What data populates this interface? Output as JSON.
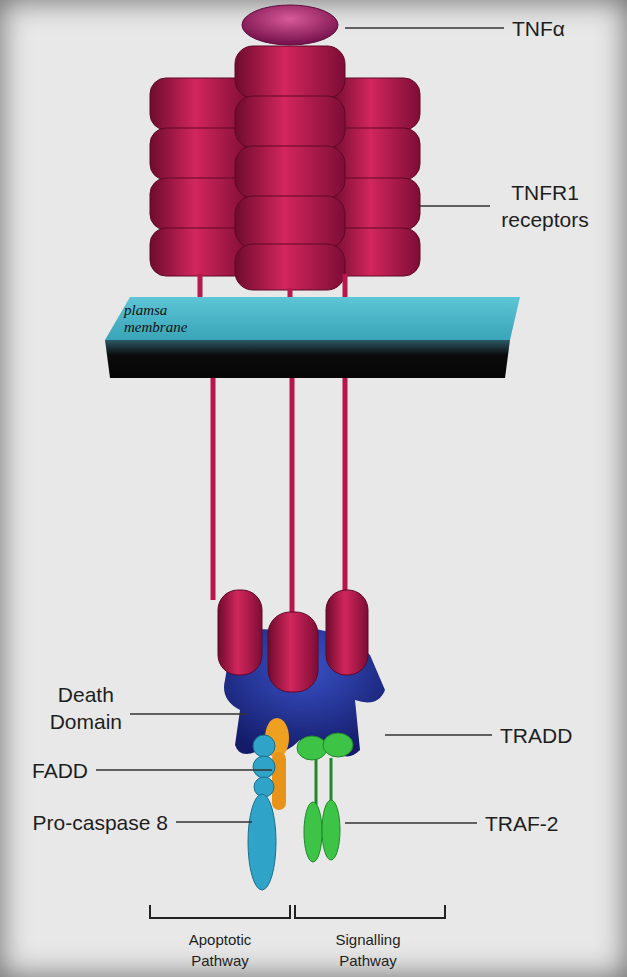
{
  "diagram": {
    "nodes": [
      {
        "text": [
          "plamsa membrane"
        ]
      }
    ],
    "labels": [
      "TNFα",
      "TNFR1 receptors",
      "Death Domain",
      "TRADD",
      "FADD",
      "Pro-caspase 8",
      "TRAF-2",
      "Apoptotic Pathway",
      "Signalling Pathway"
    ]
  }
}
